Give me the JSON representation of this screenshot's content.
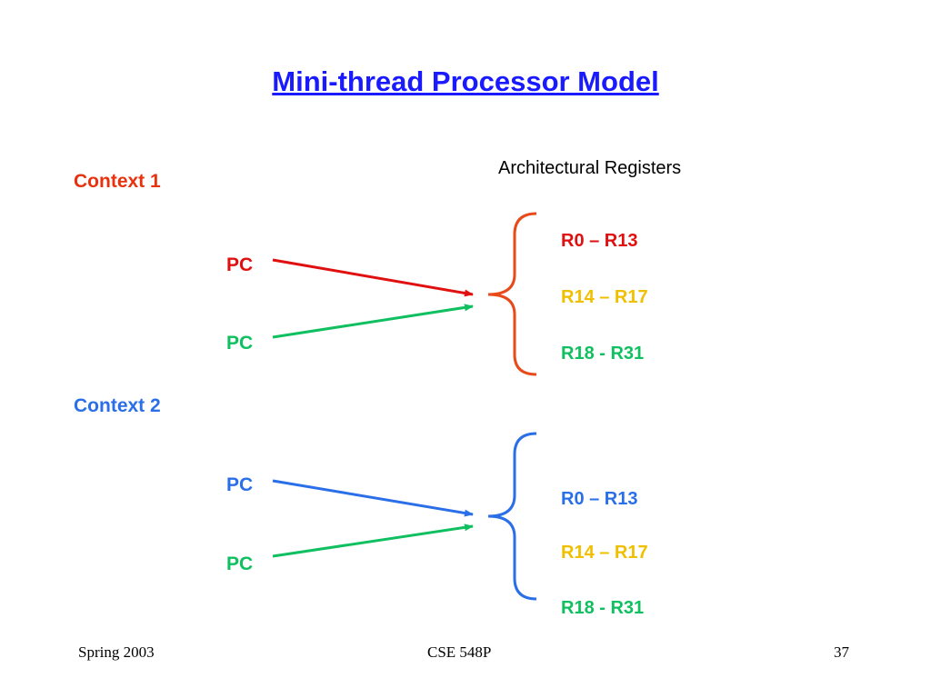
{
  "colors": {
    "title": "#1a1aff",
    "context1": "#e8320f",
    "context2": "#2a6fe8",
    "pc_red": "#e01010",
    "pc_green": "#10c060",
    "pc_blue": "#2a6fe8",
    "reg_red": "#e01010",
    "reg_blue": "#2a6fe8",
    "reg_yellow": "#f0c000",
    "reg_green": "#10c060",
    "brace_1": "#e84a1a",
    "brace_2": "#2a6fe8"
  },
  "slide": {
    "title": "Mini-thread Processor Model",
    "registers_heading": "Architectural Registers",
    "context1": {
      "label": "Context 1",
      "pc_top": "PC",
      "pc_bottom": "PC",
      "registers": [
        "R0 – R13",
        "R14 – R17",
        "R18 - R31"
      ]
    },
    "context2": {
      "label": "Context 2",
      "pc_top": "PC",
      "pc_bottom": "PC",
      "registers": [
        "R0 – R13",
        "R14 – R17",
        "R18 - R31"
      ]
    }
  },
  "footer": {
    "left": "Spring 2003",
    "center": "CSE 548P",
    "right": "37"
  }
}
